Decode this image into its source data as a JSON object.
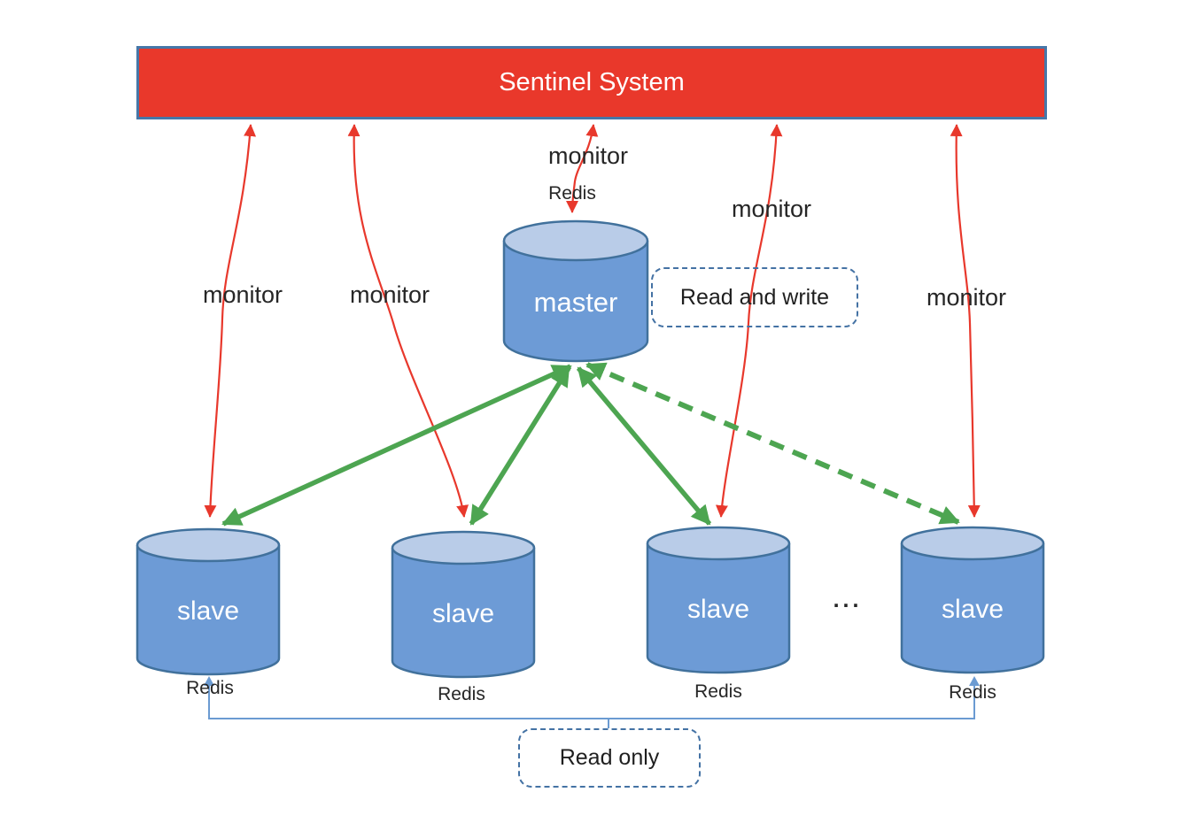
{
  "banner": {
    "title": "Sentinel System"
  },
  "nodes": {
    "master": {
      "label": "master",
      "tag": "Redis"
    },
    "slaves": [
      {
        "label": "slave",
        "tag": "Redis"
      },
      {
        "label": "slave",
        "tag": "Redis"
      },
      {
        "label": "slave",
        "tag": "Redis"
      },
      {
        "label": "slave",
        "tag": "Redis"
      }
    ],
    "ellipsis": "..."
  },
  "annotations": {
    "monitor_labels": [
      "monitor",
      "monitor",
      "monitor",
      "monitor",
      "monitor"
    ],
    "read_and_write": "Read and write",
    "read_only": "Read only"
  },
  "colors": {
    "banner_red": "#E9382B",
    "node_border_blue": "#41719C",
    "cylinder_body_blue": "#6D9BD6",
    "cylinder_top_blue": "#B9CCE8",
    "monitor_arrow_red": "#E8382C",
    "replication_green": "#4DA551",
    "read_line_blue": "#6B9BD2"
  }
}
